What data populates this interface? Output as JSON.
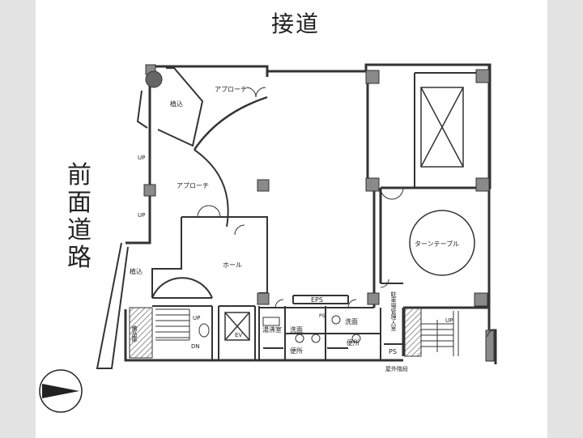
{
  "labels": {
    "road_top": "接道",
    "road_front": "前面道路",
    "approach_top": "アプローチ",
    "approach_left": "アプローチ",
    "planting_top": "植込",
    "planting_bottom": "植込",
    "hall": "ホール",
    "turntable": "ターンテーブル",
    "eps": "EPS",
    "ev": "EV",
    "hot_water": "湯沸室",
    "washroom_left": "洗面",
    "washroom_right": "洗面",
    "toilet_left": "便所",
    "toilet_right": "便所",
    "ps_small": "PS",
    "ps_right": "PS",
    "parking_office": "駐車場管理人室",
    "outdoor_stairs": "屋外階段",
    "storage": "備品庫",
    "up": "UP",
    "dn": "DN"
  },
  "colors": {
    "wall": "#333333",
    "column": "#8a8a8a",
    "side_band": "#e3e3e3"
  },
  "icons": [
    "compass-icon"
  ]
}
